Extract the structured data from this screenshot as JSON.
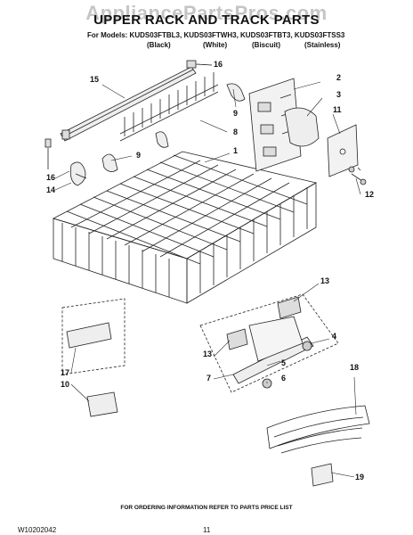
{
  "watermark": "AppliancePartsPros.com",
  "title": "UPPER RACK AND TRACK PARTS",
  "models_line": "For Models: KUDS03FTBL3, KUDS03FTWH3, KUDS03FTBT3, KUDS03FTSS3",
  "colors": [
    "(Black)",
    "(White)",
    "(Biscuit)",
    "(Stainless)"
  ],
  "callouts": {
    "c1": "1",
    "c2": "2",
    "c3": "3",
    "c4": "4",
    "c5": "5",
    "c6": "6",
    "c7": "7",
    "c8": "8",
    "c9a": "9",
    "c9b": "9",
    "c10": "10",
    "c11": "11",
    "c12": "12",
    "c13a": "13",
    "c13b": "13",
    "c14": "14",
    "c15": "15",
    "c16a": "16",
    "c16b": "16",
    "c17": "17",
    "c18": "18",
    "c19": "19"
  },
  "footer": "FOR ORDERING INFORMATION REFER TO PARTS PRICE LIST",
  "doc_id": "W10202042",
  "page_number": "11"
}
